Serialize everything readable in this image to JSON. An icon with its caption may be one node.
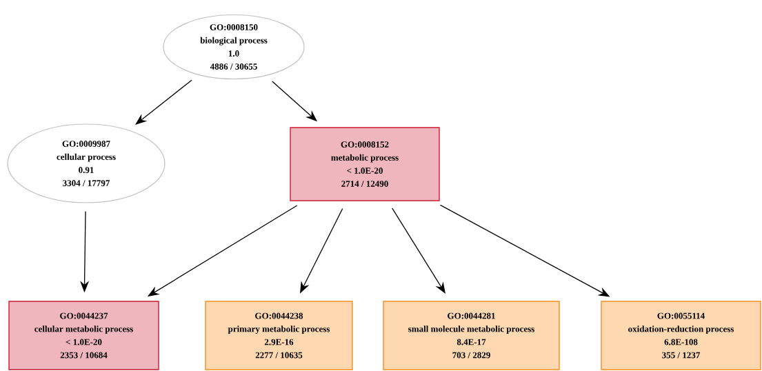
{
  "diagram": {
    "nodes": [
      {
        "text": [
          "GO:0008150",
          "biological process",
          "1.0",
          "4886 / 30655"
        ]
      },
      {
        "text": [
          "GO:0009987",
          "cellular process",
          "0.91",
          "3304 / 17797"
        ]
      },
      {
        "text": [
          "GO:0008152",
          "metabolic process",
          "< 1.0E-20",
          "2714 / 12490"
        ]
      },
      {
        "text": [
          "GO:0044237",
          "cellular metabolic process",
          "< 1.0E-20",
          "2353 / 10684"
        ]
      },
      {
        "text": [
          "GO:0044238",
          "primary metabolic process",
          "2.9E-16",
          "2277 / 10635"
        ]
      },
      {
        "text": [
          "GO:0044281",
          "small molecule metabolic process",
          "8.4E-17",
          "703 / 2829"
        ]
      },
      {
        "text": [
          "GO:0055114",
          "oxidation-reduction process",
          "6.8E-108",
          "355 / 1237"
        ]
      }
    ],
    "edges": [
      {
        "from": 0,
        "to": 1,
        "arrow": "to"
      },
      {
        "from": 0,
        "to": 2,
        "arrow": "to"
      },
      {
        "from": 1,
        "to": 3,
        "arrow": "to"
      },
      {
        "from": 2,
        "to": 3,
        "arrow": "to"
      },
      {
        "from": 2,
        "to": 4,
        "arrow": "to"
      },
      {
        "from": 2,
        "to": 5,
        "arrow": "to"
      },
      {
        "from": 2,
        "to": 6,
        "arrow": "to"
      }
    ]
  }
}
